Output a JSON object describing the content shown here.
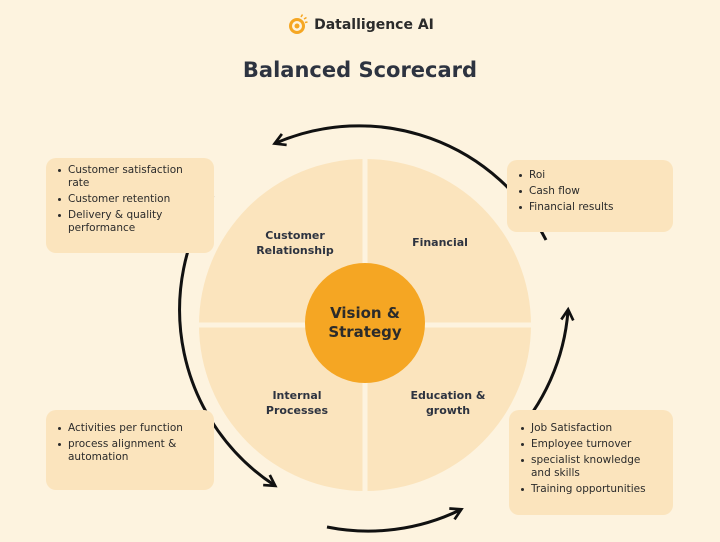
{
  "brand": {
    "name": "Datalligence AI",
    "icon": "target-bulb-icon",
    "accent": "#f5a623"
  },
  "title": "Balanced Scorecard",
  "colors": {
    "background": "#fdf3df",
    "quadrant": "#fbe4bd",
    "center": "#f5a623",
    "card": "#fbe4bd",
    "arrow": "#111111"
  },
  "center": {
    "line1": "Vision &",
    "line2": "Strategy"
  },
  "quadrants": {
    "customer": {
      "line1": "Customer",
      "line2": "Relationship"
    },
    "financial": {
      "line1": "Financial"
    },
    "internal": {
      "line1": "Internal",
      "line2": "Processes"
    },
    "education": {
      "line1": "Education &",
      "line2": "growth"
    }
  },
  "cards": {
    "customer": [
      "Customer satisfaction rate",
      "Customer retention",
      "Delivery & quality performance"
    ],
    "financial": [
      "Roi",
      "Cash flow",
      "Financial results"
    ],
    "internal": [
      "Activities per function",
      "process alignment & automation"
    ],
    "education": [
      "Job Satisfaction",
      "Employee turnover",
      "specialist knowledge and skills",
      "Training opportunities"
    ]
  }
}
